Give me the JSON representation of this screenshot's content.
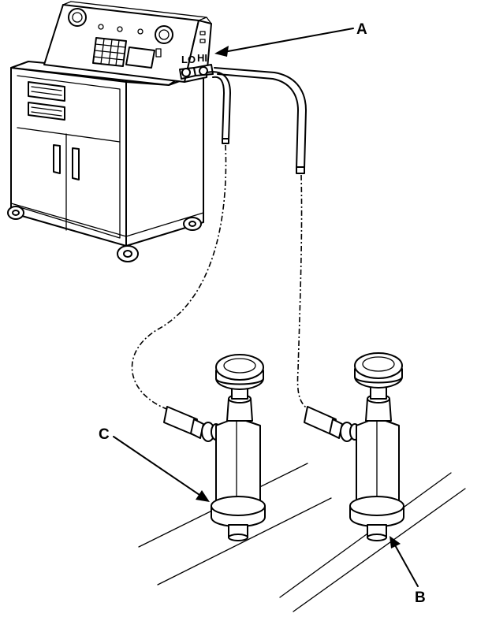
{
  "callouts": {
    "a": "A",
    "b": "B",
    "c": "C"
  },
  "panel_labels": {
    "lo": "LO",
    "hi": "HI"
  },
  "ink_color": "#000000",
  "background_color": "#ffffff"
}
